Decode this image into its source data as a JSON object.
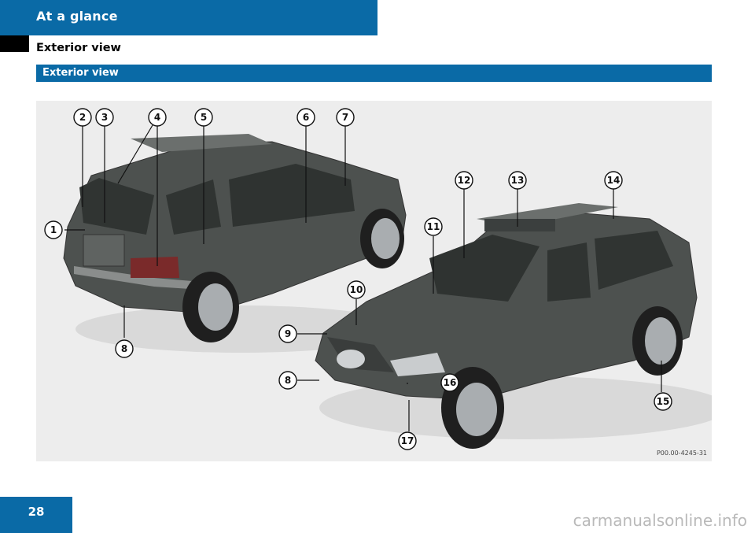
{
  "header": {
    "title": "At a glance"
  },
  "section": {
    "title": "Exterior view"
  },
  "subsection": {
    "title": "Exterior view"
  },
  "figure": {
    "code": "P00.00-4245-31",
    "callouts": [
      "1",
      "2",
      "3",
      "4",
      "5",
      "6",
      "7",
      "8",
      "8",
      "9",
      "10",
      "11",
      "12",
      "13",
      "14",
      "15",
      "16",
      "17"
    ]
  },
  "page": {
    "number": "28"
  },
  "watermark": "carmanualsonline.info",
  "colors": {
    "accent": "#0a6aa6",
    "car_body": "#4d514f",
    "background": "#ededed"
  }
}
